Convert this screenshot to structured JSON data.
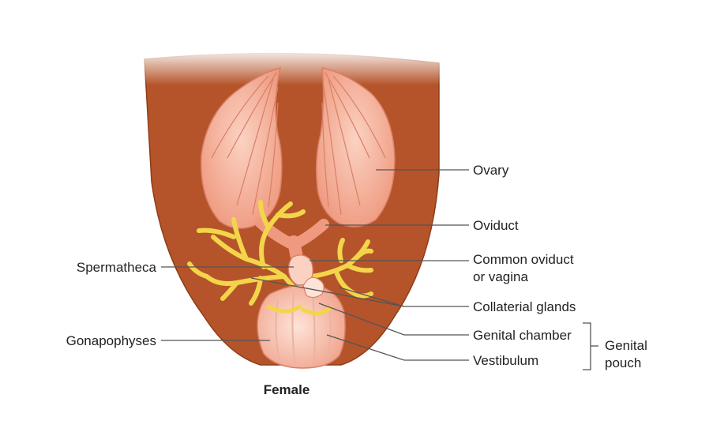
{
  "caption": "Female",
  "labels": {
    "ovary": "Ovary",
    "oviduct": "Oviduct",
    "common_oviduct_1": "Common oviduct",
    "common_oviduct_2": "or vagina",
    "collateral_glands": "Collaterial glands",
    "genital_chamber": "Genital chamber",
    "vestibulum": "Vestibulum",
    "genital_pouch_1": "Genital",
    "genital_pouch_2": "pouch",
    "spermatheca": "Spermatheca",
    "gonapophyses": "Gonapophyses"
  },
  "colors": {
    "body": "#b5542a",
    "body_edge": "#8f3c17",
    "organ": "#f2a48c",
    "organ_light": "#fbd2c2",
    "organ_line": "#d97f66",
    "gland": "#f3d54a",
    "leader": "#555555"
  }
}
